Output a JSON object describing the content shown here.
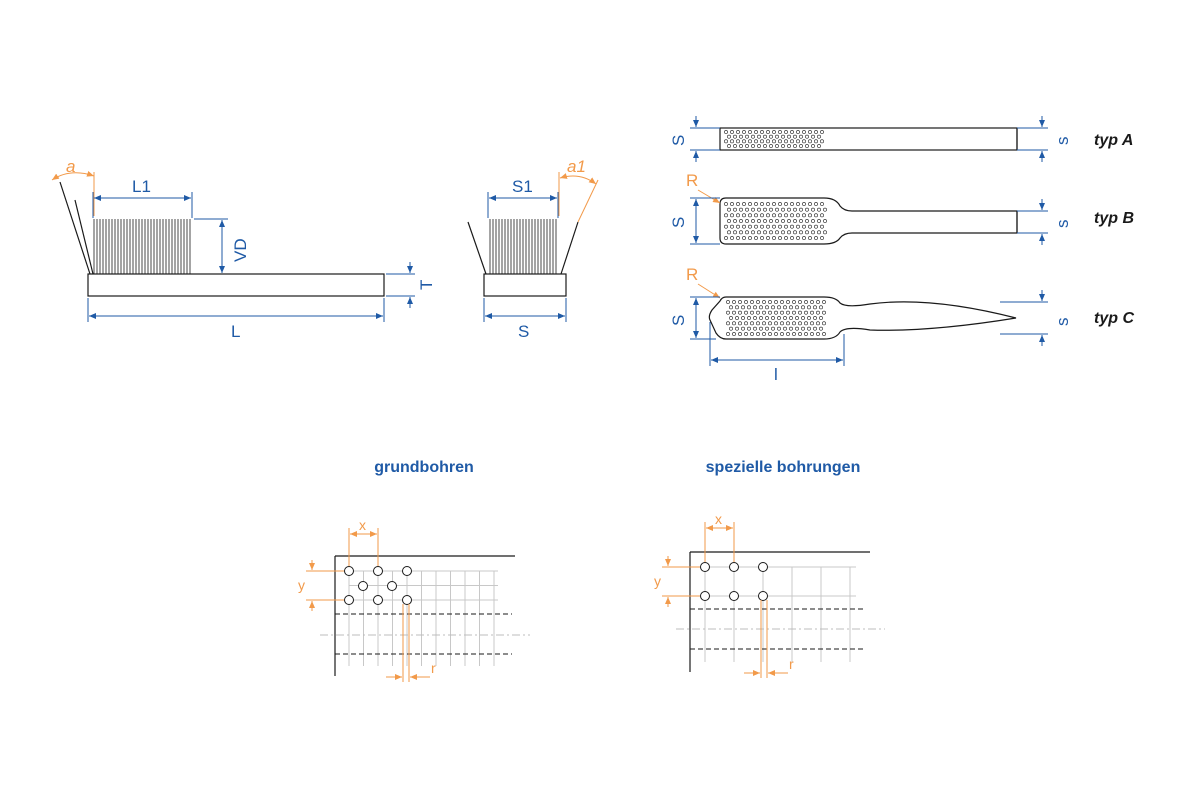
{
  "colors": {
    "dimension": "#1f5aa6",
    "accent": "#f29a4a",
    "outline": "#1a1a1a",
    "grid": "#c8c8c8"
  },
  "side_view": {
    "L1": "L1",
    "VD": "VD",
    "T": "T",
    "L": "L",
    "a": "a"
  },
  "end_view": {
    "S1": "S1",
    "S": "S",
    "a1": "a1"
  },
  "types": {
    "A": {
      "label": "typ A",
      "S": "S",
      "s": "s"
    },
    "B": {
      "label": "typ B",
      "S": "S",
      "s": "s",
      "R": "R"
    },
    "C": {
      "label": "typ C",
      "S": "S",
      "s": "s",
      "R": "R",
      "l": "l"
    }
  },
  "grundbohren": {
    "title": "grundbohren",
    "x": "x",
    "y": "y",
    "r": "r"
  },
  "spezielle": {
    "title": "spezielle bohrungen",
    "x": "x",
    "y": "y",
    "r": "r"
  }
}
